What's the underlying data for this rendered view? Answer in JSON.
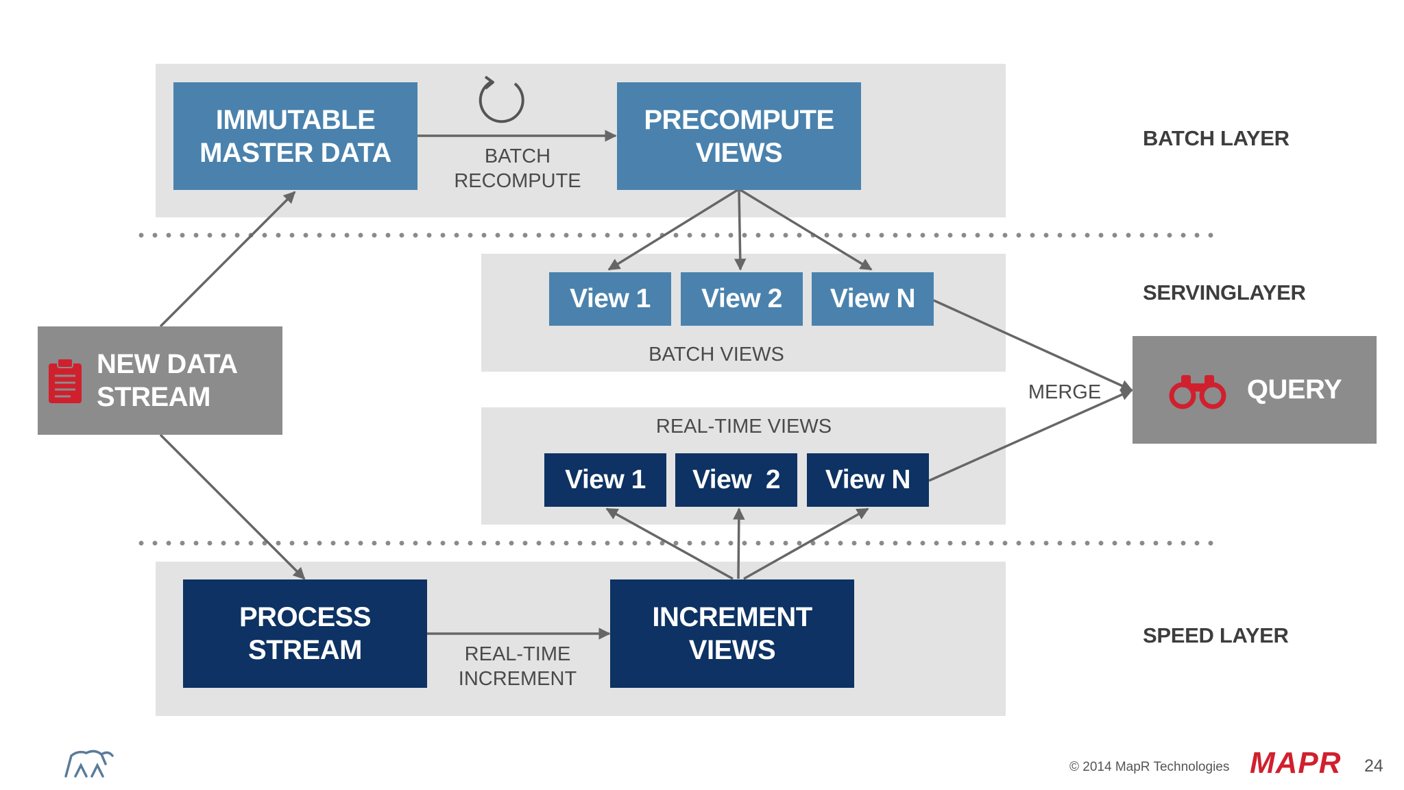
{
  "layers": {
    "batch": "BATCH LAYER",
    "serving": "SERVINGLAYER",
    "speed": "SPEED LAYER"
  },
  "nodes": {
    "immutable_master_data": [
      "IMMUTABLE",
      "MASTER DATA"
    ],
    "precompute_views": [
      "PRECOMPUTE",
      "VIEWS"
    ],
    "new_data_stream": [
      "NEW DATA",
      "STREAM"
    ],
    "process_stream": [
      "PROCESS",
      "STREAM"
    ],
    "increment_views": [
      "INCREMENT",
      "VIEWS"
    ],
    "query": "QUERY"
  },
  "batch_views": {
    "caption": "BATCH VIEWS",
    "items": [
      "View 1",
      "View 2",
      "View N"
    ]
  },
  "realtime_views": {
    "caption": "REAL-TIME VIEWS",
    "items": [
      "View 1",
      "View  2",
      "View N"
    ]
  },
  "edge_labels": {
    "batch_recompute": [
      "BATCH",
      "RECOMPUTE"
    ],
    "realtime_increment": [
      "REAL-TIME",
      "INCREMENT"
    ],
    "merge": "MERGE"
  },
  "footer": {
    "copyright": "© 2014 MapR Technologies",
    "brand": "MAPR",
    "page_number": "24"
  },
  "colors": {
    "batch_blue": "#4a82ad",
    "speed_navy": "#0d3263",
    "node_grey": "#8c8c8c",
    "panel_grey": "#e3e3e3",
    "accent_red": "#d0202e"
  },
  "icons": {
    "recompute": "circular-arrow-icon",
    "new_data": "clipboard-icon",
    "query": "binoculars-icon",
    "logo": "elephant-logo-icon"
  }
}
